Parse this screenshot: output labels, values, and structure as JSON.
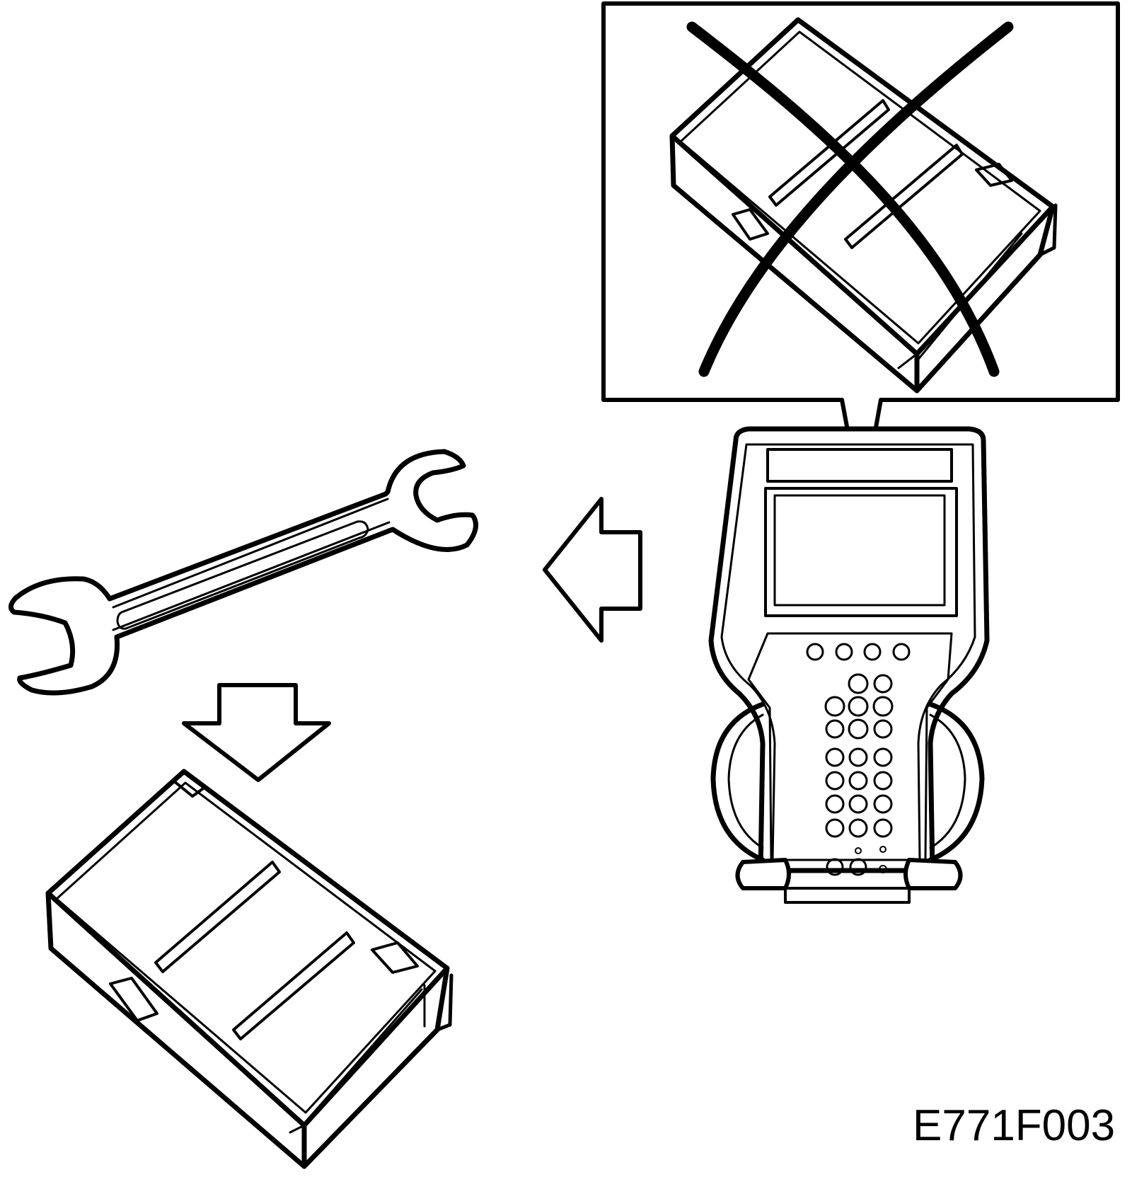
{
  "figure": {
    "code": "E771F003",
    "ink": "#000000",
    "paper": "#ffffff"
  },
  "parts": {
    "callout_crossed": "cartridge-removed-with-x",
    "scan_tool": "hand-held-scan-tool",
    "wrench": "open-end-wrench",
    "module": "memory-cartridge",
    "arrow_left": "arrow-left-icon",
    "arrow_down": "arrow-down-icon"
  }
}
